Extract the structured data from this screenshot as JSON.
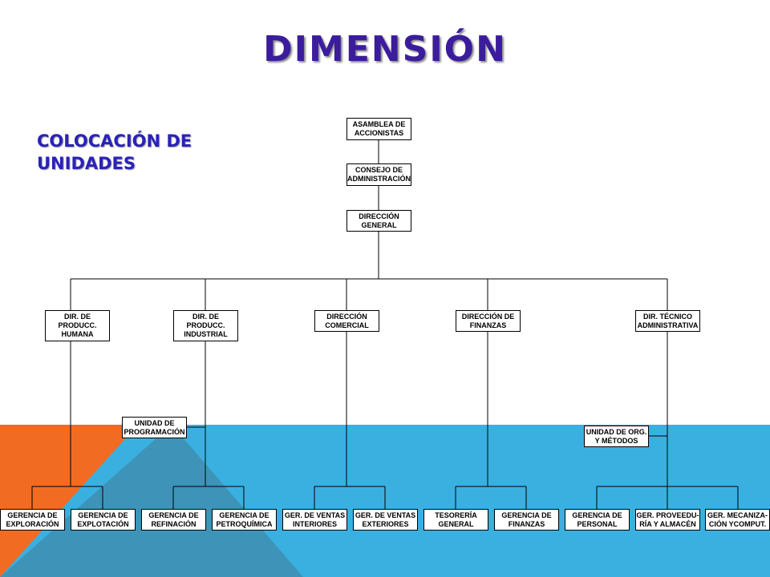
{
  "slide": {
    "title": "DIMENSIÓN",
    "subtitle": "COLOCACIÓN DE UNIDADES"
  },
  "colors": {
    "title": "#3b1c9c",
    "subtitle": "#2a22b8",
    "band_blue": "#3ab0e0",
    "band_orange": "#f26b22",
    "band_overlap": "#3d94b8"
  },
  "org": {
    "asamblea": "ASAMBLEA DE\nACCIONISTAS",
    "consejo": "CONSEJO DE\nADMINISTRACIÓN",
    "direccion_general": "DIRECCIÓN\nGENERAL",
    "dir_produc_humana": "DIR. DE\nPRODUCC.\nHUMANA",
    "dir_produc_industrial": "DIR. DE\nPRODUCC.\nINDUSTRIAL",
    "dir_comercial": "DIRECCIÓN\nCOMERCIAL",
    "dir_finanzas": "DIRECCIÓN DE\nFINANZAS",
    "dir_tecnico": "DIR. TÉCNICO\nADMINISTRATIVA",
    "unidad_programacion": "UNIDAD DE\nPROGRAMACIÓN",
    "unidad_org_metodos": "UNIDAD DE ORG.\nY MÉTODOS",
    "ger_exploracion": "GERENCIA DE\nEXPLORACIÓN",
    "ger_explotacion": "GERENCIA DE\nEXPLOTACIÓN",
    "ger_refinacion": "GERENCIA DE\nREFINACIÓN",
    "ger_petroquimica": "GERENCIA DE\nPETROQUÍMICA",
    "ger_ventas_interiores": "GER. DE VENTAS\nINTERIORES",
    "ger_ventas_exteriores": "GER. DE VENTAS\nEXTERIORES",
    "tesoreria_general": "TESORERÍA\nGENERAL",
    "ger_finanzas": "GERENCIA DE\nFINANZAS",
    "ger_personal": "GERENCIA DE\nPERSONAL",
    "ger_proveeduria": "GER. PROVEEDU-\nRÍA Y ALMACÉN",
    "ger_mecanizacion": "GER. MECANIZA-\nCIÓN YCOMPUT."
  }
}
